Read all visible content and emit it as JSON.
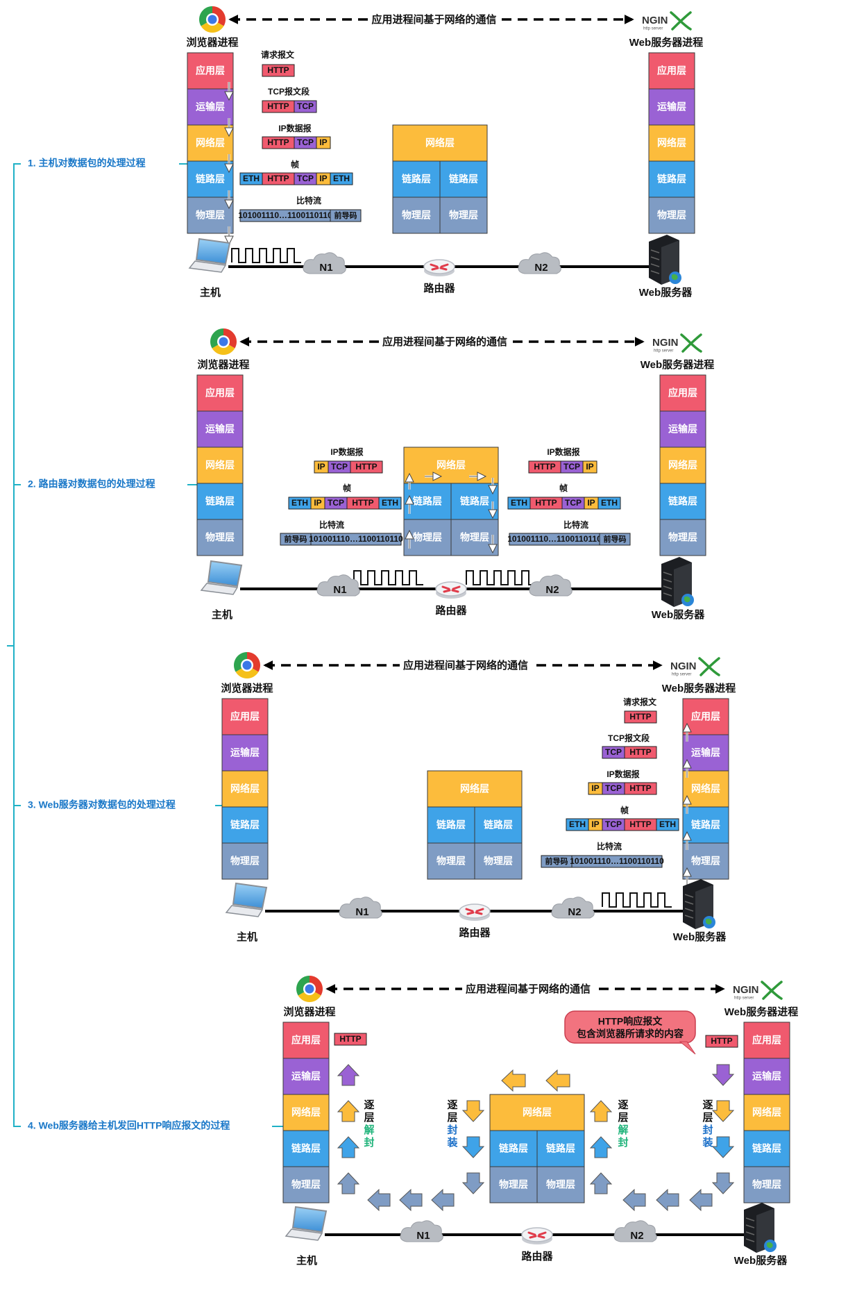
{
  "labels": {
    "comm": "应用进程间基于网络的通信",
    "browser_proc": "浏览器进程",
    "web_proc": "Web服务器进程",
    "host": "主机",
    "router": "路由器",
    "web_server": "Web服务器",
    "n1": "N1",
    "n2": "N2",
    "nginx": "NGINX",
    "nginx_sub": "http server"
  },
  "layers": [
    "应用层",
    "运输层",
    "网络层",
    "链路层",
    "物理层"
  ],
  "router_layers": {
    "net": "网络层",
    "link": "链路层",
    "phy": "物理层"
  },
  "pdu": {
    "req": "请求报文",
    "seg": "TCP报文段",
    "dgram": "IP数据报",
    "frame": "帧",
    "bits": "比特流",
    "http": "HTTP",
    "tcp": "TCP",
    "ip": "IP",
    "eth": "ETH",
    "bitstring": "101001110…1100110110",
    "preamble": "前导码"
  },
  "steps": [
    "1. 主机对数据包的处理过程",
    "2. 路由器对数据包的处理过程",
    "3. Web服务器对数据包的处理过程",
    "4. Web服务器给主机发回HTTP响应报文的过程"
  ],
  "response": {
    "line1": "HTTP响应报文",
    "line2": "包含浏览器所请求的内容"
  },
  "side": {
    "up": [
      "逐",
      "层"
    ],
    "decap": [
      "解",
      "封"
    ],
    "encap": [
      "封",
      "装"
    ]
  },
  "colors": {
    "app": "#f05a6e",
    "transport": "#9a62d4",
    "network": "#fcbc3c",
    "link": "#3fa3e8",
    "physical": "#7f9cc4",
    "teal": "#1fb1c6",
    "step_text": "#1a78c8"
  }
}
